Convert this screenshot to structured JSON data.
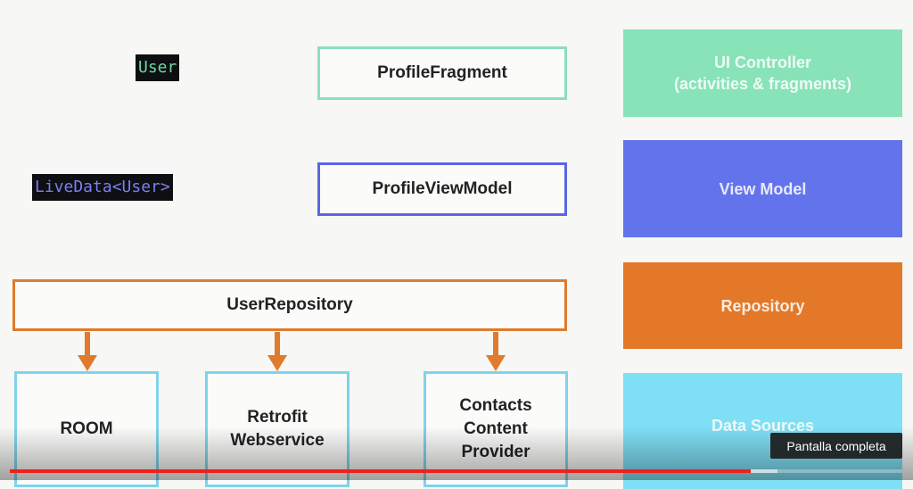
{
  "diagram": {
    "code_labels": {
      "user": "User",
      "livedata": "LiveData<User>"
    },
    "components": {
      "profile_fragment": "ProfileFragment",
      "profile_view_model": "ProfileViewModel",
      "user_repository": "UserRepository",
      "data_sources": [
        {
          "label": "ROOM"
        },
        {
          "label": "Retrofit\nWebservice"
        },
        {
          "label": "Contacts\nContent\nProvider"
        }
      ]
    },
    "legend": [
      {
        "label": "UI Controller\n(activities & fragments)",
        "color": "#88e3b8"
      },
      {
        "label": "View Model",
        "color": "#6373ec"
      },
      {
        "label": "Repository",
        "color": "#e37829"
      },
      {
        "label": "Data Sources",
        "color": "#7fdff4"
      }
    ],
    "arrow_color": "#e07a2c"
  },
  "player": {
    "tooltip": "Pantalla completa",
    "progress_percent": 83,
    "buffered_percent": 86,
    "progress_color": "#f0201c"
  }
}
